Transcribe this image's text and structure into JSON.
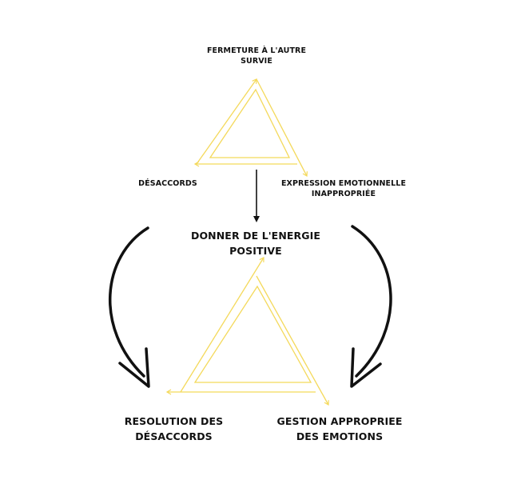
{
  "diagram": {
    "colors": {
      "triangle": "#F4D95B",
      "arrow": "#111111",
      "text": "#111111",
      "background": "#FFFFFF"
    },
    "top_triangle": {
      "apex": {
        "line1": "FERMETURE À L'AUTRE",
        "line2": "SURVIE"
      },
      "left": {
        "line1": "DÉSACCORDS"
      },
      "right": {
        "line1": "EXPRESSION EMOTIONNELLE",
        "line2": "INAPPROPRIÉE"
      }
    },
    "center": {
      "line1": "DONNER DE L'ENERGIE",
      "line2": "POSITIVE"
    },
    "bottom_triangle": {
      "left": {
        "line1": "RESOLUTION DES",
        "line2": "DÉSACCORDS"
      },
      "right": {
        "line1": "GESTION APPROPRIEE",
        "line2": "DES EMOTIONS"
      }
    }
  }
}
